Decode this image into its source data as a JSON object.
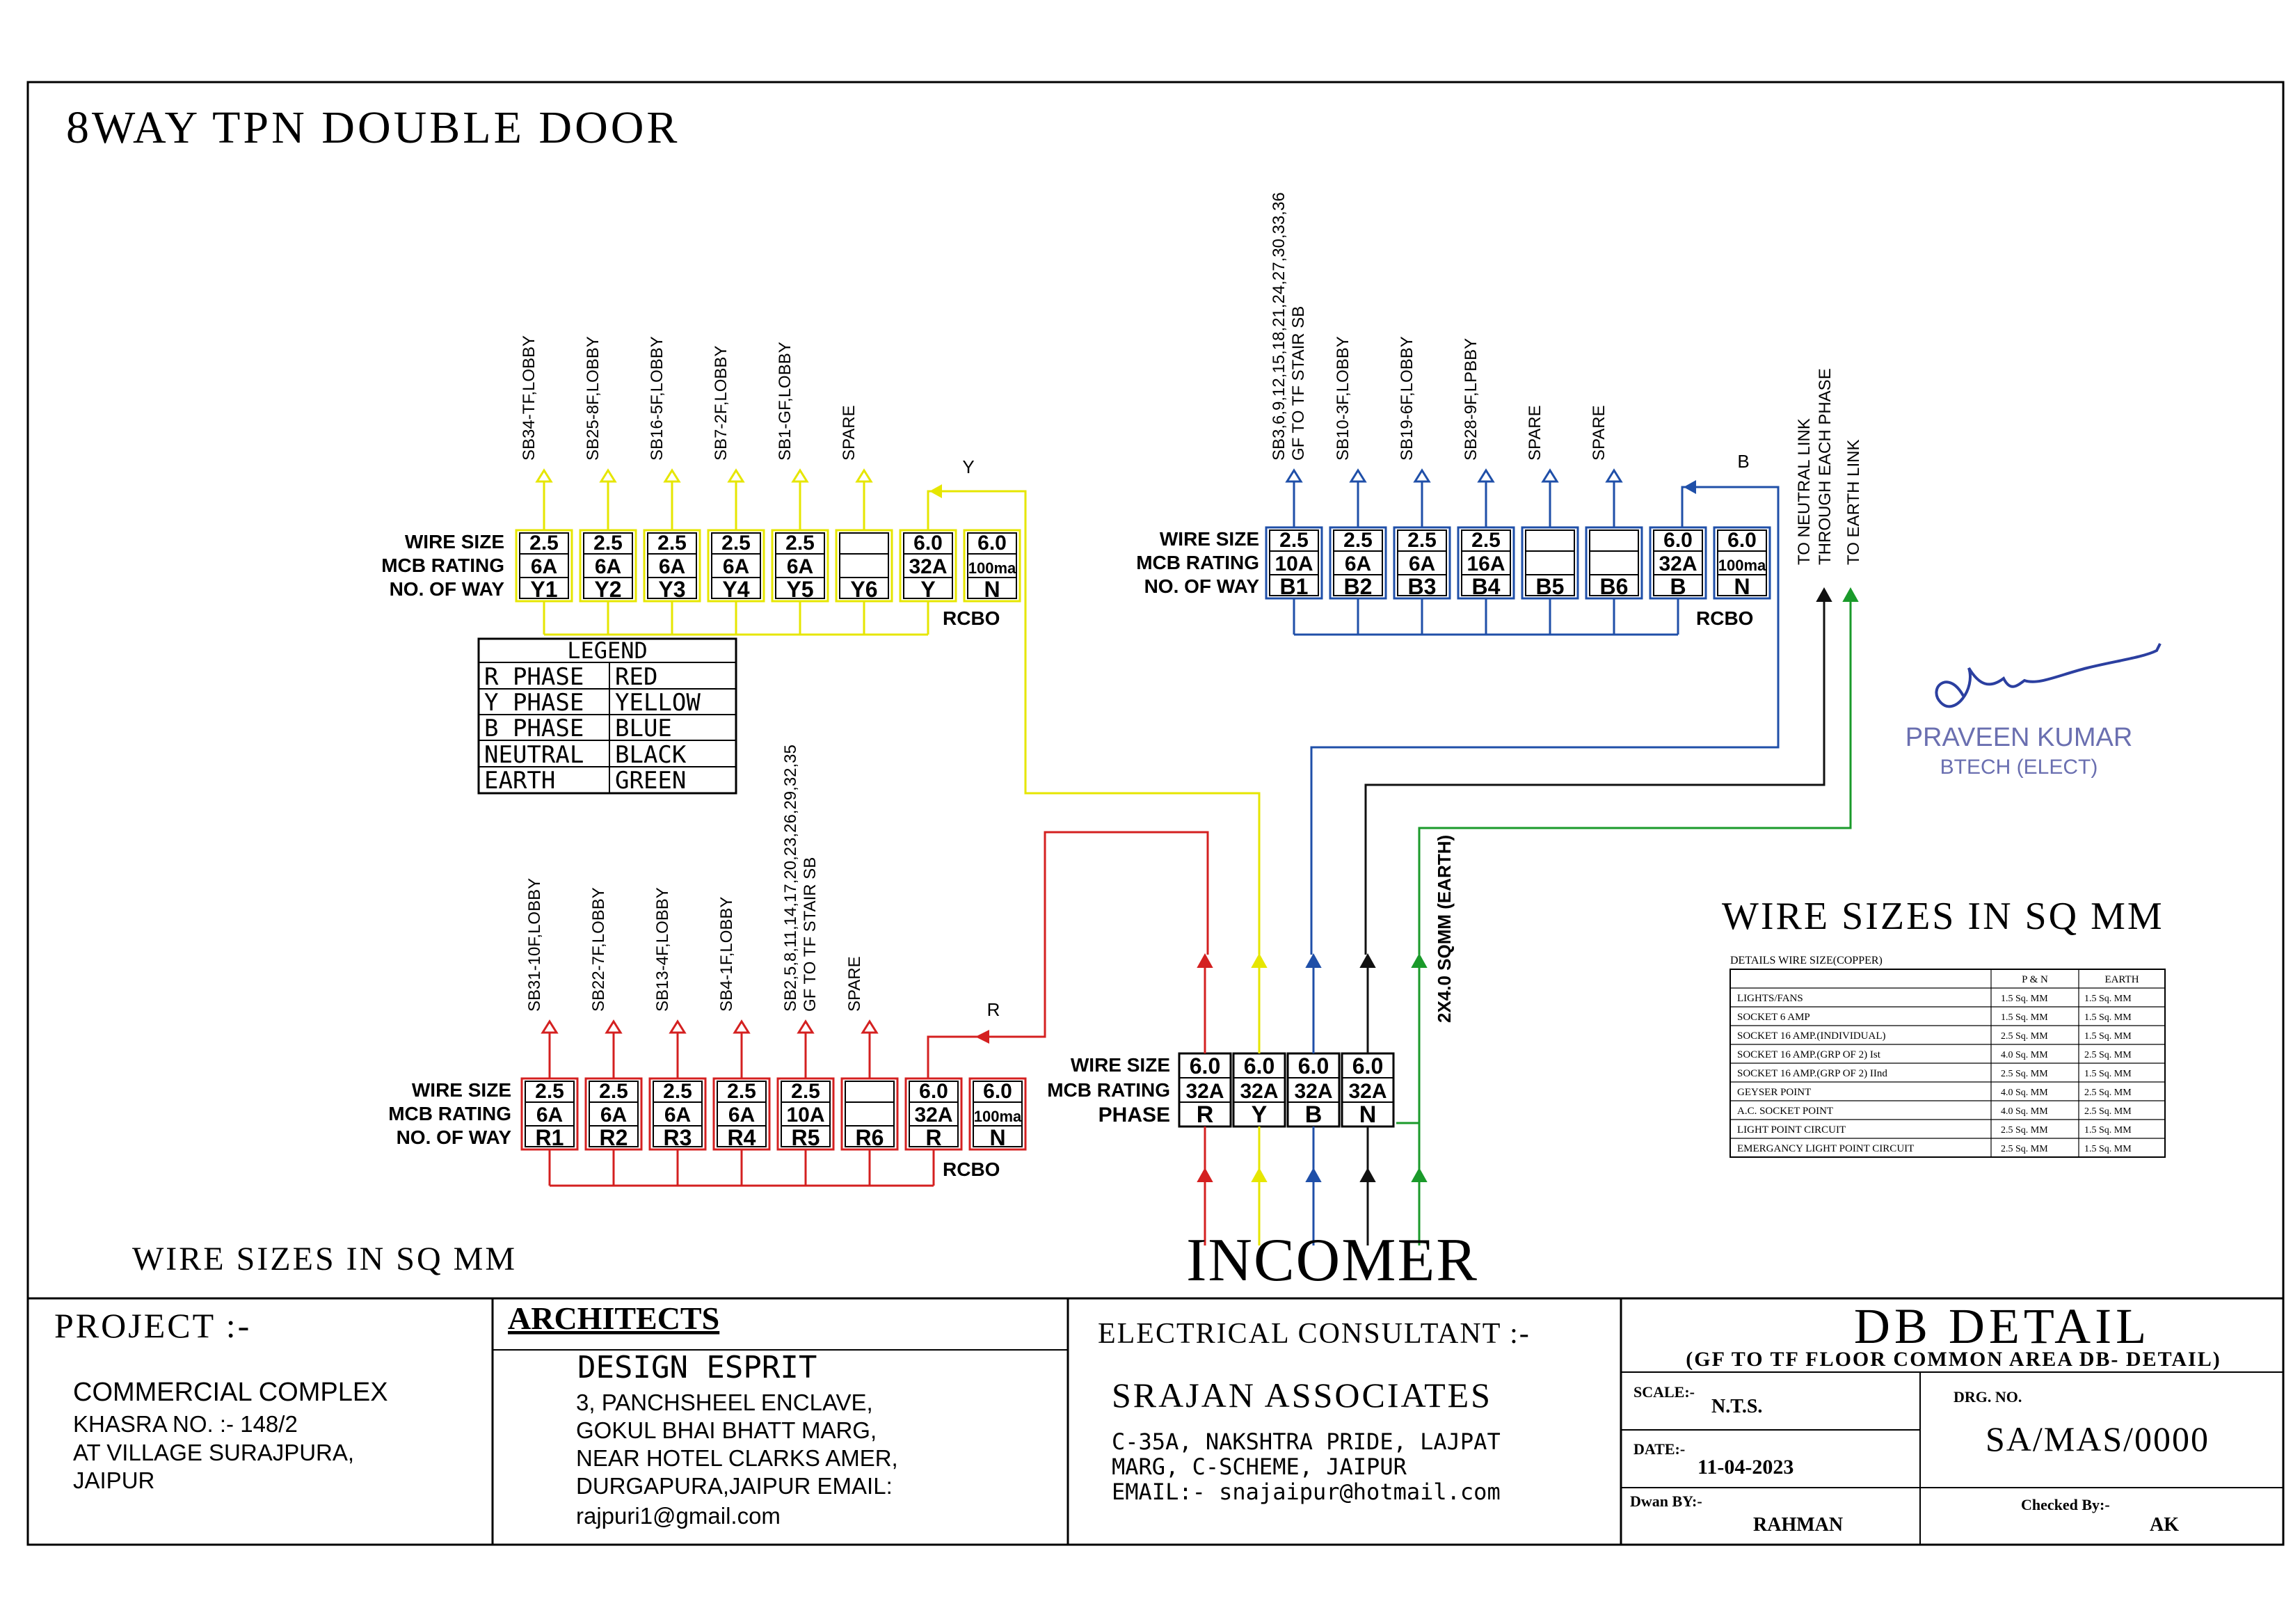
{
  "title": "8WAY TPN DOUBLE DOOR",
  "row_labels": {
    "wire_size": "WIRE SIZE",
    "mcb_rating": "MCB RATING",
    "no_of_way": "NO. OF WAY",
    "phase": "PHASE"
  },
  "rcbo_label": "RCBO",
  "colors": {
    "R": "#d42020",
    "Y": "#e6e600",
    "B": "#1f4fa8",
    "N": "#111111",
    "E": "#1a9a2a"
  },
  "yellow_group": {
    "phase_tag": "Y",
    "ways": [
      {
        "desc": "SB34-TF,LOBBY",
        "wire": "2.5",
        "mcb": "6A",
        "way": "Y1"
      },
      {
        "desc": "SB25-8F,LOBBY",
        "wire": "2.5",
        "mcb": "6A",
        "way": "Y2"
      },
      {
        "desc": "SB16-5F,LOBBY",
        "wire": "2.5",
        "mcb": "6A",
        "way": "Y3"
      },
      {
        "desc": "SB7-2F,LOBBY",
        "wire": "2.5",
        "mcb": "6A",
        "way": "Y4"
      },
      {
        "desc": "SB1-GF,LOBBY",
        "wire": "2.5",
        "mcb": "6A",
        "way": "Y5"
      },
      {
        "desc": "SPARE",
        "wire": "",
        "mcb": "",
        "way": "Y6"
      },
      {
        "desc": "",
        "wire": "6.0",
        "mcb": "32A",
        "way": "Y"
      },
      {
        "desc": "",
        "wire": "6.0",
        "mcb": "100ma",
        "way": "N"
      }
    ]
  },
  "blue_group": {
    "phase_tag": "B",
    "ways": [
      {
        "desc": "SB3,6,9,12,15,18,21,24,27,30,33,36",
        "desc2": "GF TO TF STAIR SB",
        "wire": "2.5",
        "mcb": "10A",
        "way": "B1"
      },
      {
        "desc": "SB10-3F,LOBBY",
        "wire": "2.5",
        "mcb": "6A",
        "way": "B2"
      },
      {
        "desc": "SB19-6F,LOBBY",
        "wire": "2.5",
        "mcb": "6A",
        "way": "B3"
      },
      {
        "desc": "SB28-9F,LPBBY",
        "wire": "2.5",
        "mcb": "16A",
        "way": "B4"
      },
      {
        "desc": "SPARE",
        "wire": "",
        "mcb": "",
        "way": "B5"
      },
      {
        "desc": "SPARE",
        "wire": "",
        "mcb": "",
        "way": "B6"
      },
      {
        "desc": "",
        "wire": "6.0",
        "mcb": "32A",
        "way": "B"
      },
      {
        "desc": "",
        "wire": "6.0",
        "mcb": "100ma",
        "way": "N"
      }
    ],
    "neutral_link": [
      "TO NEUTRAL LINK",
      "THROUGH EACH PHASE"
    ],
    "earth_link": "TO EARTH LINK"
  },
  "red_group": {
    "phase_tag": "R",
    "ways": [
      {
        "desc": "SB31-10F,LOBBY",
        "wire": "2.5",
        "mcb": "6A",
        "way": "R1"
      },
      {
        "desc": "SB22-7F,LOBBY",
        "wire": "2.5",
        "mcb": "6A",
        "way": "R2"
      },
      {
        "desc": "SB13-4F,LOBBY",
        "wire": "2.5",
        "mcb": "6A",
        "way": "R3"
      },
      {
        "desc": "SB4-1F,LOBBY",
        "wire": "2.5",
        "mcb": "6A",
        "way": "R4"
      },
      {
        "desc": "SB2,5,8,11,14,17,20,23,26,29,32,35",
        "desc2": "GF TO TF STAIR SB",
        "wire": "2.5",
        "mcb": "10A",
        "way": "R5"
      },
      {
        "desc": "SPARE",
        "wire": "",
        "mcb": "",
        "way": "R6"
      },
      {
        "desc": "",
        "wire": "6.0",
        "mcb": "32A",
        "way": "R"
      },
      {
        "desc": "",
        "wire": "6.0",
        "mcb": "100ma",
        "way": "N"
      }
    ]
  },
  "incomer": {
    "label": "INCOMER",
    "cols": [
      {
        "wire": "6.0",
        "mcb": "32A",
        "phase": "R"
      },
      {
        "wire": "6.0",
        "mcb": "32A",
        "phase": "Y"
      },
      {
        "wire": "6.0",
        "mcb": "32A",
        "phase": "B"
      },
      {
        "wire": "6.0",
        "mcb": "32A",
        "phase": "N"
      }
    ],
    "earth_label": "2X4.0 SQMM (EARTH)"
  },
  "legend": {
    "title": "LEGEND",
    "rows": [
      [
        "R PHASE",
        "RED"
      ],
      [
        "Y PHASE",
        "YELLOW"
      ],
      [
        "B PHASE",
        "BLUE"
      ],
      [
        "NEUTRAL",
        "BLACK"
      ],
      [
        "EARTH",
        "GREEN"
      ]
    ]
  },
  "wire_sizes_table": {
    "heading": "WIRE SIZES IN SQ MM",
    "caption": "DETAILS WIRE SIZE(COPPER)",
    "headers": [
      "",
      "P & N",
      "EARTH"
    ],
    "rows": [
      [
        "LIGHTS/FANS",
        "1.5 Sq. MM",
        "1.5 Sq. MM"
      ],
      [
        "SOCKET 6 AMP",
        "1.5 Sq. MM",
        "1.5 Sq. MM"
      ],
      [
        "SOCKET 16 AMP.(INDIVIDUAL)",
        "2.5 Sq. MM",
        "1.5 Sq. MM"
      ],
      [
        "SOCKET 16 AMP.(GRP OF 2) Ist",
        "4.0 Sq. MM",
        "2.5 Sq. MM"
      ],
      [
        "SOCKET 16 AMP.(GRP OF 2) IInd",
        "2.5 Sq. MM",
        "1.5 Sq. MM"
      ],
      [
        "GEYSER POINT",
        "4.0 Sq. MM",
        "2.5 Sq. MM"
      ],
      [
        "A.C. SOCKET POINT",
        "4.0 Sq. MM",
        "2.5 Sq. MM"
      ],
      [
        "LIGHT POINT CIRCUIT",
        "2.5 Sq. MM",
        "1.5 Sq. MM"
      ],
      [
        "EMERGANCY LIGHT POINT CIRCUIT",
        "2.5 Sq. MM",
        "1.5 Sq. MM"
      ]
    ]
  },
  "wire_sizes_footer": "WIRE SIZES IN SQ MM",
  "signature": {
    "name": "PRAVEEN KUMAR",
    "degree": "BTECH (ELECT)"
  },
  "title_block": {
    "project_label": "PROJECT :-",
    "project_lines": [
      "COMMERCIAL COMPLEX",
      "KHASRA NO. :- 148/2",
      "AT VILLAGE SURAJPURA,",
      "JAIPUR"
    ],
    "architects_label": "ARCHITECTS",
    "architects_name": "DESIGN ESPRIT",
    "architects_lines": [
      "3, PANCHSHEEL ENCLAVE,",
      "GOKUL BHAI BHATT MARG,",
      "NEAR HOTEL CLARKS AMER,",
      "DURGAPURA,JAIPUR EMAIL:",
      "rajpuri1@gmail.com"
    ],
    "consultant_label": "ELECTRICAL CONSULTANT :-",
    "consultant_name": "SRAJAN ASSOCIATES",
    "consultant_lines": [
      "C-35A, NAKSHTRA PRIDE, LAJPAT",
      "MARG, C-SCHEME, JAIPUR",
      "EMAIL:- snajaipur@hotmail.com"
    ],
    "db_title": "DB DETAIL",
    "db_subtitle": "(GF TO TF FLOOR COMMON AREA DB- DETAIL)",
    "scale_label": "SCALE:-",
    "scale_value": "N.T.S.",
    "drg_label": "DRG. NO.",
    "drg_value": "SA/MAS/0000",
    "date_label": "DATE:-",
    "date_value": "11-04-2023",
    "drawn_label": "Dwan BY:-",
    "drawn_value": "RAHMAN",
    "checked_label": "Checked By:-",
    "checked_value": "AK"
  }
}
